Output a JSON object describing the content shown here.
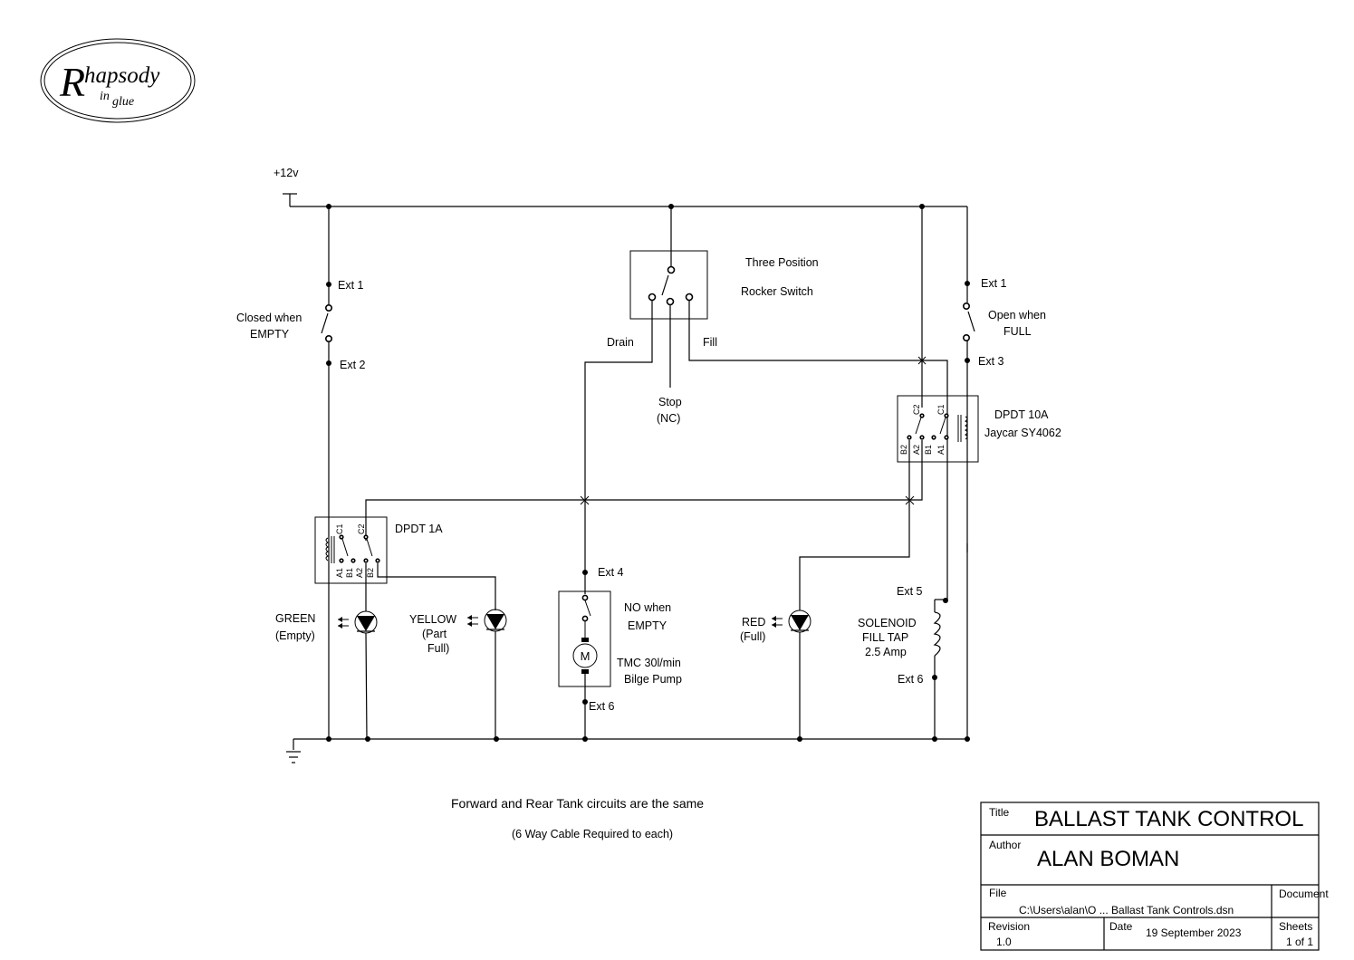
{
  "logo": {
    "text": "Rhapsody in glue"
  },
  "supply": {
    "label": "+12v"
  },
  "left_switch": {
    "top_ext": "Ext 1",
    "bottom_ext": "Ext 2",
    "desc_line1": "Closed when",
    "desc_line2": "EMPTY"
  },
  "rocker": {
    "title_line1": "Three Position",
    "title_line2": "Rocker Switch",
    "drain": "Drain",
    "fill": "Fill",
    "stop_line1": "Stop",
    "stop_line2": "(NC)"
  },
  "right_switch": {
    "top_ext": "Ext 1",
    "bottom_ext": "Ext 3",
    "desc_line1": "Open when",
    "desc_line2": "FULL"
  },
  "relay_10a": {
    "label_line1": "DPDT 10A",
    "label_line2": "Jaycar SY4062",
    "pins": {
      "c2": "C2",
      "c1": "C1",
      "b2": "B2",
      "a2": "A2",
      "b1": "B1",
      "a1": "A1"
    }
  },
  "relay_1a": {
    "label": "DPDT  1A",
    "pins": {
      "c1": "C1",
      "c2": "C2",
      "a1": "A1",
      "b1": "B1",
      "a2": "A2",
      "b2": "B2"
    }
  },
  "leds": {
    "green_line1": "GREEN",
    "green_line2": "(Empty)",
    "yellow_line1": "YELLOW",
    "yellow_line2": "(Part",
    "yellow_line3": "Full)",
    "red_line1": "RED",
    "red_line2": "(Full)"
  },
  "pump": {
    "ext_top": "Ext 4",
    "ext_bottom": "Ext 6",
    "switch_line1": "NO when",
    "switch_line2": "EMPTY",
    "motor_symbol": "M",
    "desc_line1": "TMC  30l/min",
    "desc_line2": "Bilge Pump"
  },
  "solenoid": {
    "ext_top": "Ext 5",
    "ext_bottom": "Ext 6",
    "line1": "SOLENOID",
    "line2": "FILL TAP",
    "line3": "2.5 Amp"
  },
  "notes": {
    "line1": "Forward and Rear Tank circuits are the same",
    "line2": "(6 Way Cable Required to each)"
  },
  "title_block": {
    "title_label": "Title",
    "title": "BALLAST TANK CONTROL",
    "author_label": "Author",
    "author": "ALAN BOMAN",
    "file_label": "File",
    "file": "C:\\Users\\alan\\O ... Ballast Tank Controls.dsn",
    "document_label": "Document",
    "revision_label": "Revision",
    "revision": "1.0",
    "date_label": "Date",
    "date": "19 September 2023",
    "sheets_label": "Sheets",
    "sheets": "1 of 1"
  }
}
